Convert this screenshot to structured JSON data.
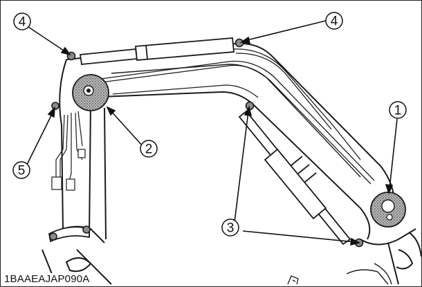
{
  "figure_id": "1BAAEAJAP090A",
  "callouts": [
    "4",
    "4",
    "1",
    "2",
    "5",
    "3"
  ],
  "colors": {
    "line": "#1a1a1a",
    "grease_point_fill": "#8c8c8c",
    "background": "#ffffff"
  }
}
